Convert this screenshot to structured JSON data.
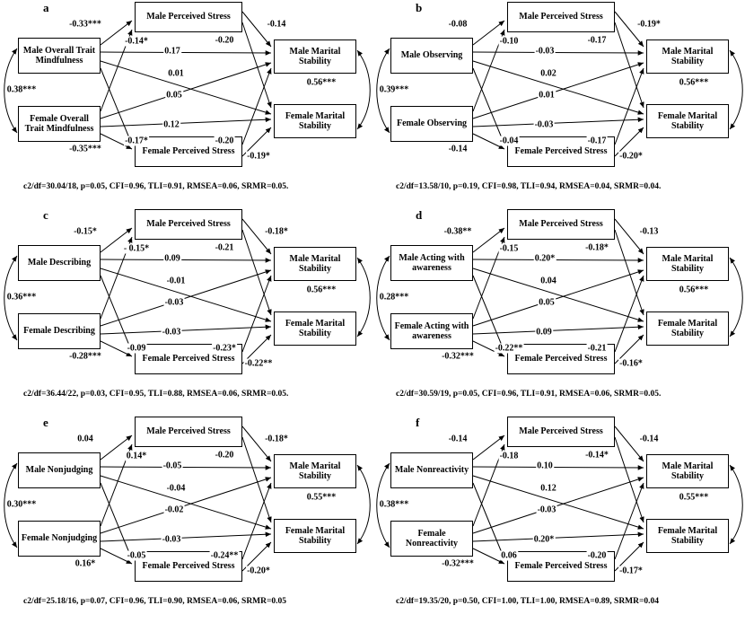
{
  "panels": [
    {
      "letter": "a",
      "boxes": {
        "male_predictor": "Male Overall Trait Mindfulness",
        "female_predictor": "Female Overall Trait Mindfulness",
        "male_stress": "Male Perceived Stress",
        "female_stress": "Female Perceived Stress",
        "male_outcome": "Male Marital Stability",
        "female_outcome": "Female Marital Stability"
      },
      "coefficients": [
        "-0.33***",
        "-0.14*",
        "0.17",
        "-0.14",
        "-0.20",
        "0.01",
        "0.05",
        "0.12",
        "-0.17*",
        "-0.20",
        "-0.35***",
        "-0.19*"
      ],
      "corr_predictors": "0.38***",
      "corr_outcomes": "0.56***",
      "fit": "c2/df=30.04/18,  p=0.05, CFI=0.96, TLI=0.91, RMSEA=0.06, SRMR=0.05."
    },
    {
      "letter": "b",
      "boxes": {
        "male_predictor": "Male Observing",
        "female_predictor": "Female Observing",
        "male_stress": "Male Perceived Stress",
        "female_stress": "Female Perceived Stress",
        "male_outcome": "Male Marital Stability",
        "female_outcome": "Female Marital Stability"
      },
      "coefficients": [
        "-0.08",
        "-0.10",
        "-0.03",
        "-0.19*",
        "-0.17",
        "0.02",
        "0.01",
        "-0.03",
        "-0.04",
        "-0.17",
        "-0.14",
        "-0.20*"
      ],
      "corr_predictors": "0.39***",
      "corr_outcomes": "0.56***",
      "fit": "c2/df=13.58/10,  p=0.19, CFI=0.98, TLI=0.94, RMSEA=0.04, SRMR=0.04."
    },
    {
      "letter": "c",
      "boxes": {
        "male_predictor": "Male Describing",
        "female_predictor": "Female Describing",
        "male_stress": "Male Perceived Stress",
        "female_stress": "Female Perceived Stress",
        "male_outcome": "Male Marital Stability",
        "female_outcome": "Female Marital Stability"
      },
      "coefficients": [
        "-0.15*",
        "- 0.15*",
        "0.09",
        "-0.18*",
        "-0.21",
        "-0.01",
        "-0.03",
        "-0.03",
        "-0.09",
        "-0.23*",
        "-0.28***",
        "-0.22**"
      ],
      "corr_predictors": "0.36***",
      "corr_outcomes": "0.56***",
      "fit": "c2/df=36.44/22,  p=0.03, CFI=0.95, TLI=0.88, RMSEA=0.06, SRMR=0.05."
    },
    {
      "letter": "d",
      "boxes": {
        "male_predictor": "Male Acting with awareness",
        "female_predictor": "Female Acting with awareness",
        "male_stress": "Male Perceived Stress",
        "female_stress": "Female Perceived Stress",
        "male_outcome": "Male Marital Stability",
        "female_outcome": "Female Marital Stability"
      },
      "coefficients": [
        "-0.38**",
        "-0.15",
        "0.20*",
        "-0.13",
        "-0.18*",
        "0.04",
        "0.05",
        "0.09",
        "-0.22**",
        "-0.21",
        "-0.32***",
        "-0.16*"
      ],
      "corr_predictors": "0.28***",
      "corr_outcomes": "0.56***",
      "fit": "c2/df=30.59/19, p=0.05, CFI=0.96, TLI=0.91, RMSEA=0.06, SRMR=0.05."
    },
    {
      "letter": "e",
      "boxes": {
        "male_predictor": "Male Nonjudging",
        "female_predictor": "Female Nonjudging",
        "male_stress": "Male Perceived Stress",
        "female_stress": "Female Perceived Stress",
        "male_outcome": "Male Marital Stability",
        "female_outcome": "Female Marital Stability"
      },
      "coefficients": [
        "0.04",
        "0.14*",
        "-0.05",
        "-0.18*",
        "-0.20",
        "-0.04",
        "-0.02",
        "-0.03",
        "-0.05",
        "-0.24**",
        "0.16*",
        "-0.20*"
      ],
      "corr_predictors": "0.30***",
      "corr_outcomes": "0.55***",
      "fit": "c2/df=25.18/16,  p=0.07, CFI=0.96, TLI=0.90, RMSEA=0.06, SRMR=0.05"
    },
    {
      "letter": "f",
      "boxes": {
        "male_predictor": "Male Nonreactivity",
        "female_predictor": "Female Nonreactivity",
        "male_stress": "Male Perceived Stress",
        "female_stress": "Female Perceived Stress",
        "male_outcome": "Male Marital Stability",
        "female_outcome": "Female Marital Stability"
      },
      "coefficients": [
        "-0.14",
        "-0.18",
        "0.10",
        "-0.14",
        "-0.14*",
        "0.12",
        "-0.03",
        "0.20*",
        "0.06",
        "-0.20",
        "-0.32***",
        "-0.17*"
      ],
      "corr_predictors": "0.38***",
      "corr_outcomes": "0.55***",
      "fit": "c2/df=19.35/20, p=0.50, CFI=1.00, TLI=1.00, RMSEA=0.89, SRMR=0.04"
    }
  ]
}
